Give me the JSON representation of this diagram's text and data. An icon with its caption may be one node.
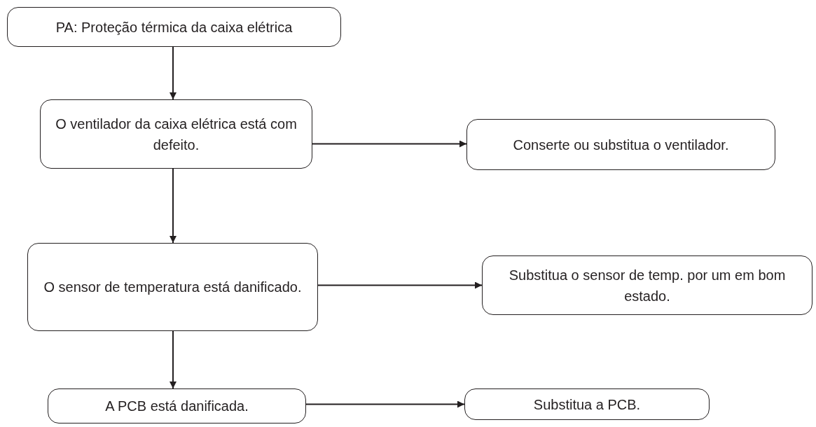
{
  "diagram": {
    "nodes": [
      {
        "text": [
          "PA: Proteção térmica da caixa elétrica"
        ]
      },
      {
        "text": [
          "O ventilador da caixa elétrica está com defeito."
        ]
      },
      {
        "text": [
          "Conserte ou substitua o ventilador."
        ]
      },
      {
        "text": [
          "O sensor de temperatura está danificado."
        ]
      },
      {
        "text": [
          "Substitua o sensor de temp. por um em bom estado."
        ]
      },
      {
        "text": [
          "A PCB está danificada."
        ]
      },
      {
        "text": [
          "Substitua a PCB."
        ]
      }
    ],
    "edges": [
      {
        "from": 0,
        "to": 1,
        "arrow": "to"
      },
      {
        "from": 1,
        "to": 2,
        "arrow": "to"
      },
      {
        "from": 1,
        "to": 3,
        "arrow": "to"
      },
      {
        "from": 3,
        "to": 4,
        "arrow": "to"
      },
      {
        "from": 3,
        "to": 5,
        "arrow": "to"
      },
      {
        "from": 5,
        "to": 6,
        "arrow": "to"
      }
    ]
  }
}
